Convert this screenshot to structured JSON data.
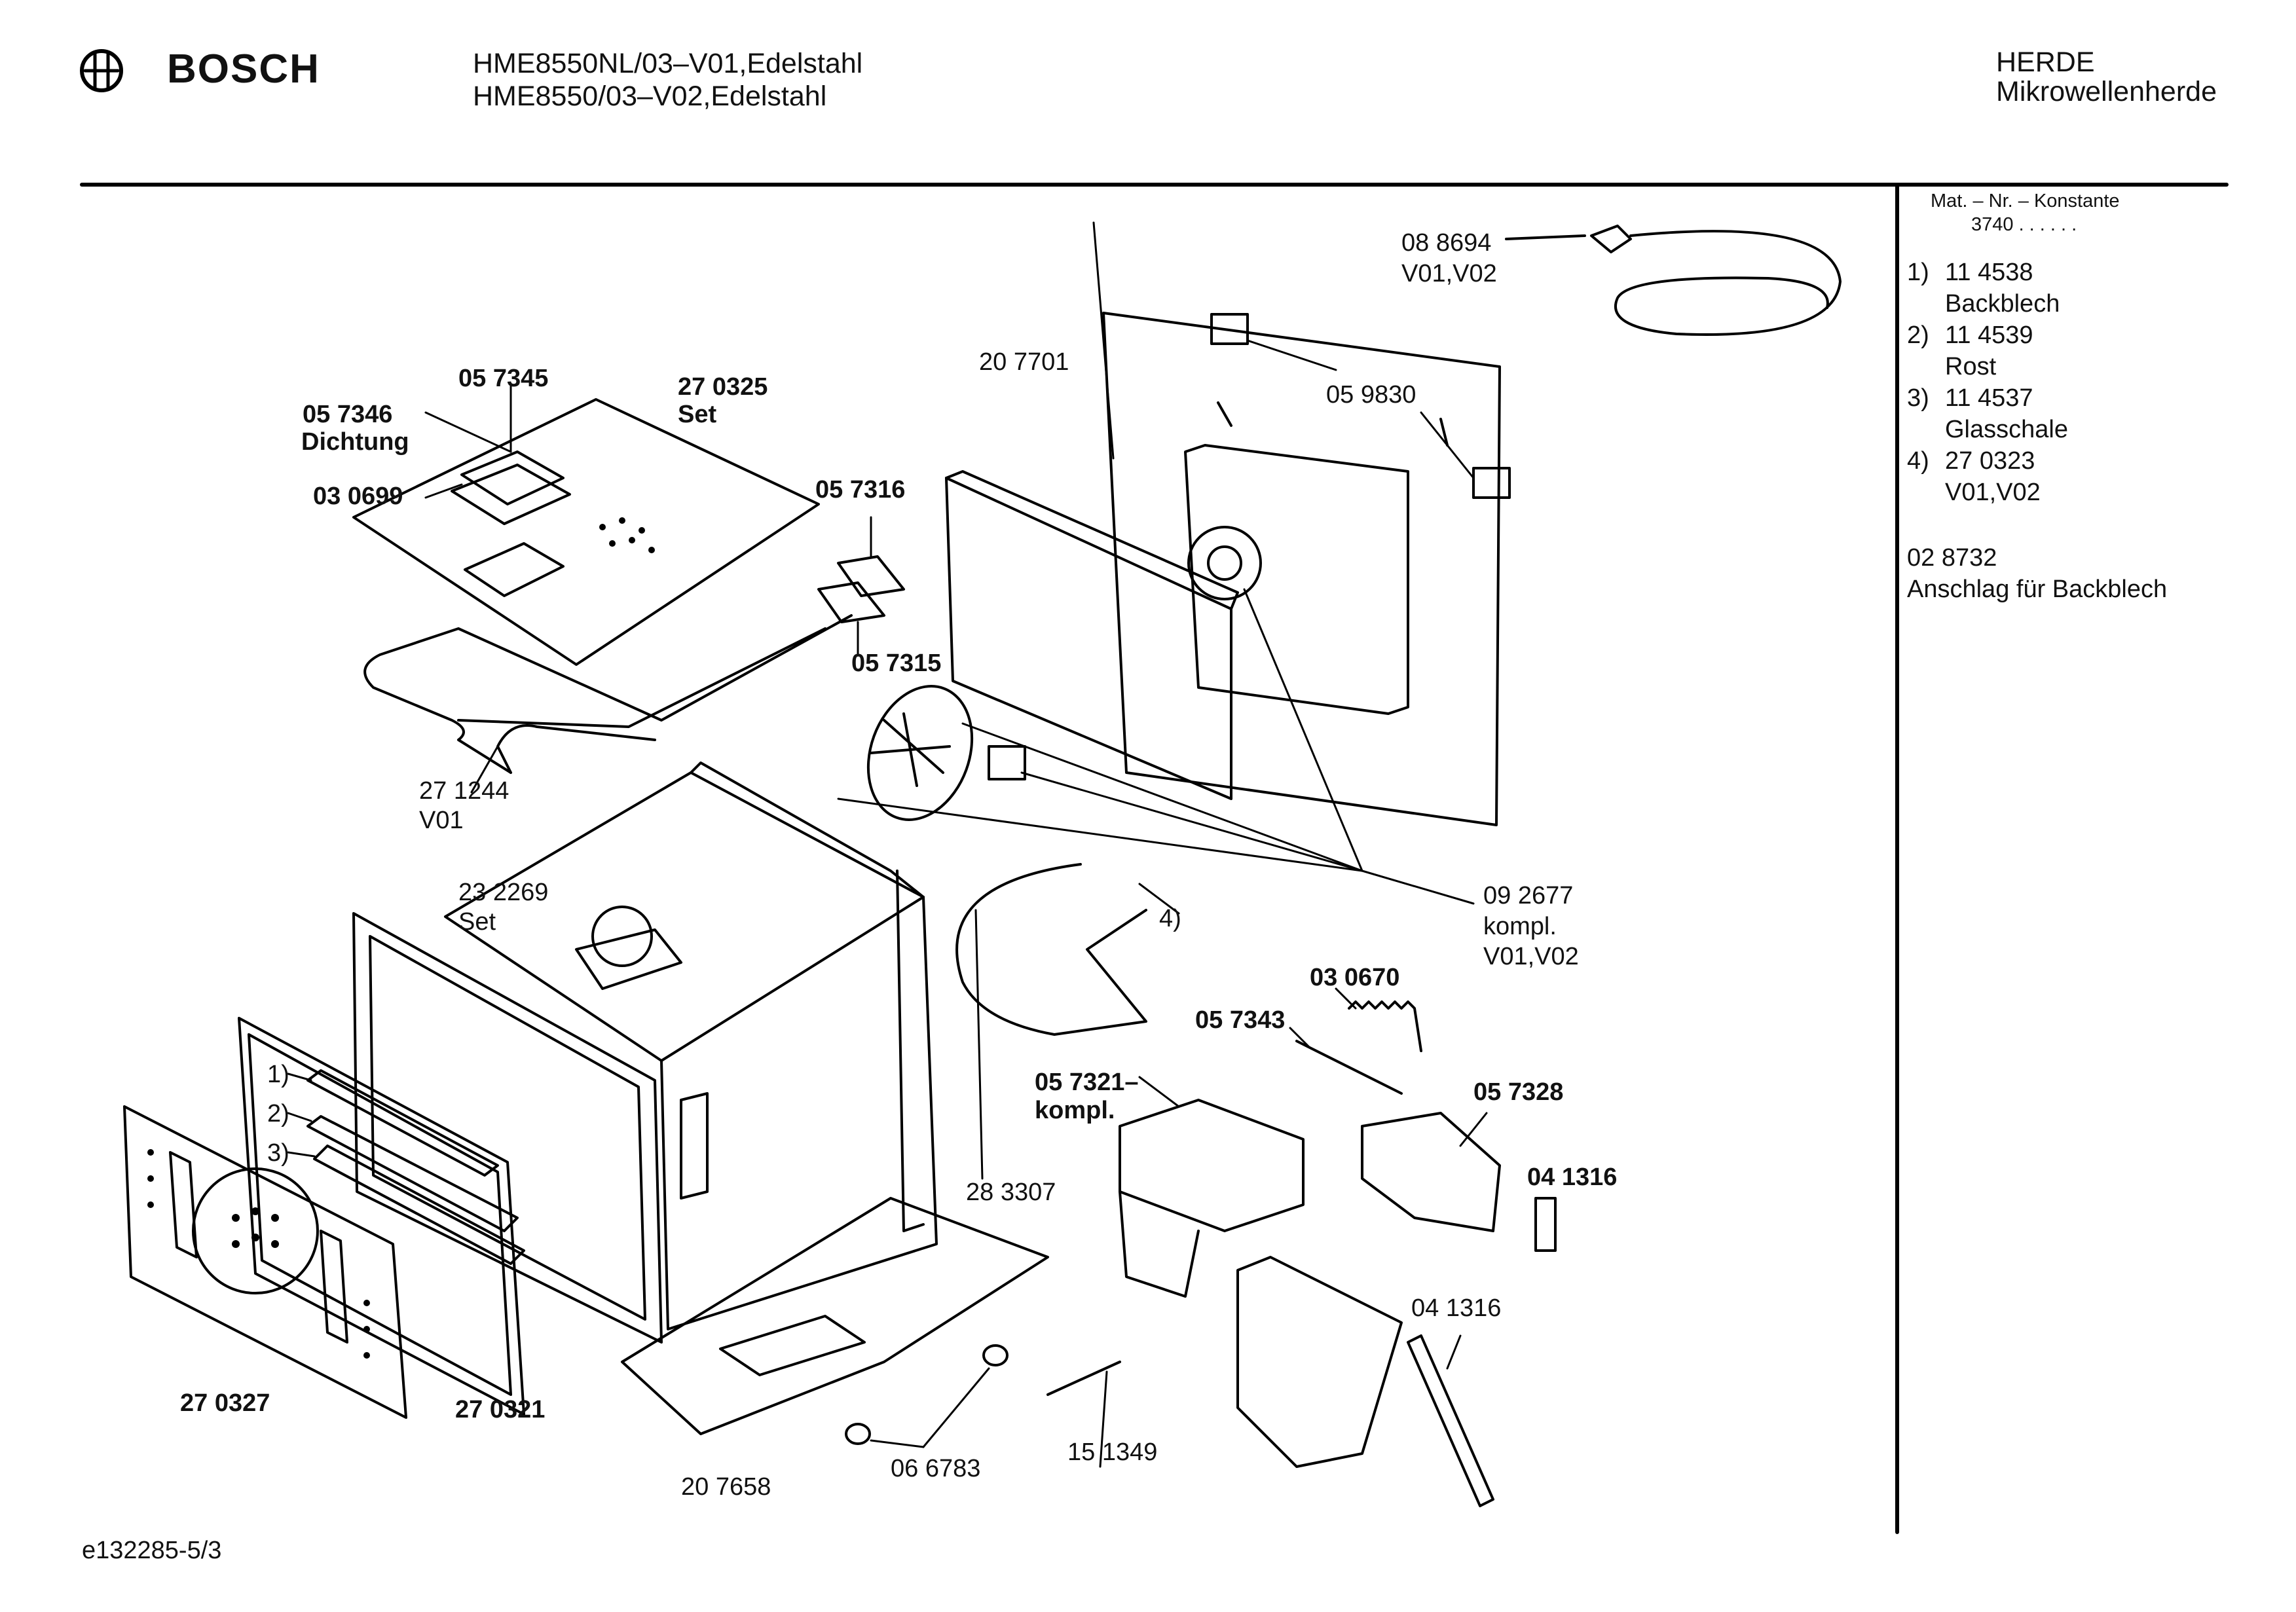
{
  "header": {
    "brand": "BOSCH",
    "model_line_1": "HME8550NL/03–V01,Edelstahl",
    "model_line_2": "HME8550/03–V02,Edelstahl",
    "category_1": "HERDE",
    "category_2": "Mikrowellenherde"
  },
  "sidebar": {
    "constant_title": "Mat. – Nr. – Konstante",
    "constant_value": "3740 .  .  .  .  .  .",
    "items": [
      {
        "index": "1)",
        "number": "11 4538",
        "name": "Backblech"
      },
      {
        "index": "2)",
        "number": "11 4539",
        "name": "Rost"
      },
      {
        "index": "3)",
        "number": "11 4537",
        "name": "Glasschale"
      },
      {
        "index": "4)",
        "number": "27 0323",
        "name": "V01,V02"
      }
    ],
    "extra_number": "02 8732",
    "extra_name": "Anschlag für Backblech"
  },
  "labels": {
    "p088694": "08 8694",
    "p088694_var": "V01,V02",
    "p207701": "20 7701",
    "p059830": "05 9830",
    "p057345": "05 7345",
    "p270325": "27 0325",
    "p270325_set": "Set",
    "p057346": "05 7346",
    "p057346_name": "Dichtung",
    "p030699": "03 0699",
    "p057316": "05 7316",
    "p057315": "05 7315",
    "p271244": "27 1244",
    "p271244_var": "V01",
    "p232269": "23 2269",
    "p232269_set": "Set",
    "p092677": "09 2677",
    "p092677_kompl": "kompl.",
    "p092677_var": "V01,V02",
    "p4": "4)",
    "p030670": "03 0670",
    "p057343": "05 7343",
    "p057321": "05 7321–",
    "p057321_kompl": "kompl.",
    "p057328": "05 7328",
    "p041316_bold": "04 1316",
    "p041316": "04 1316",
    "p1": "1)",
    "p2": "2)",
    "p3": "3)",
    "p283307": "28 3307",
    "p270327": "27 0327",
    "p270321": "27 0321",
    "p207658": "20 7658",
    "p066783": "06 6783",
    "p151349": "15 1349"
  },
  "footer": {
    "drawing_id": "e132285-5/3"
  }
}
